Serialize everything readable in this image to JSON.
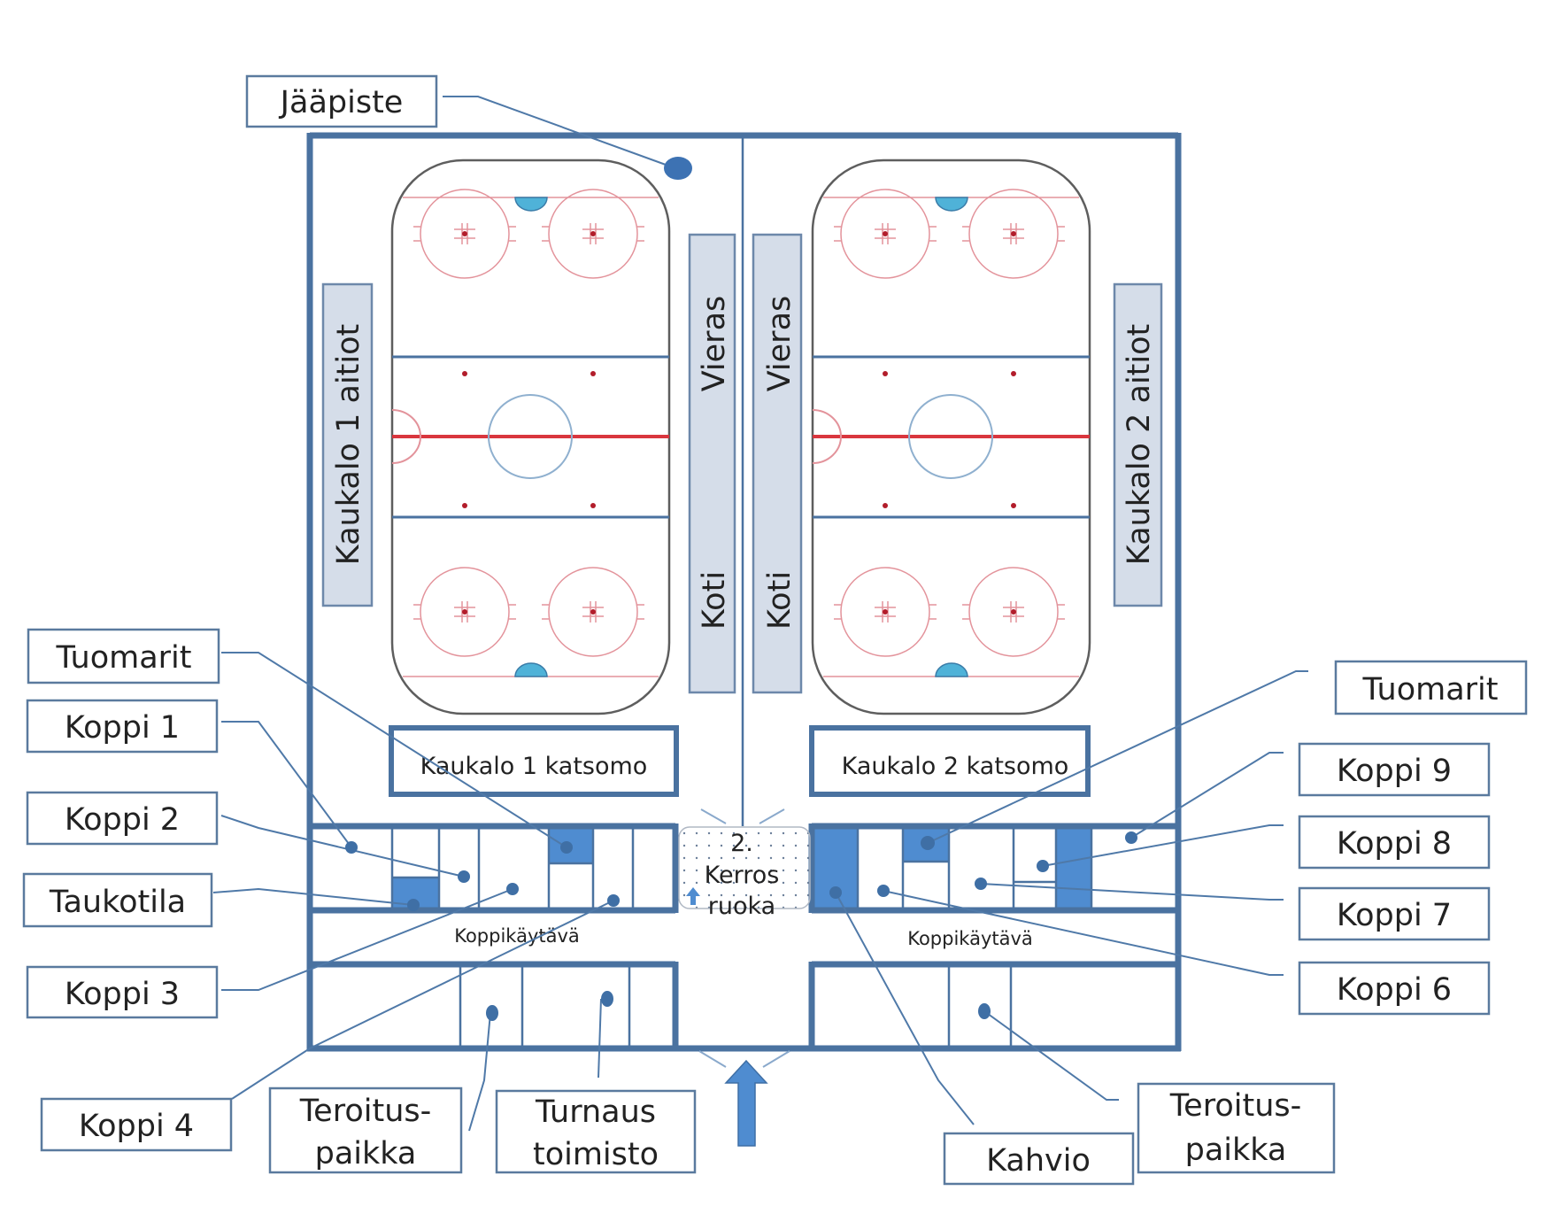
{
  "title": "Jäähalli pohjapiirros",
  "colors": {
    "wall": "#4a72a0",
    "room_fill": "#4f8cd0",
    "bench_fill": "#d5dde9",
    "rink_line_red": "#d9363e",
    "rink_line_blue": "#4a72a0",
    "crease": "#4fb2d8"
  },
  "rinks": [
    {
      "name": "Kaukalo 1",
      "boxes_label": "Kaukalo 1 aitiot",
      "stand_label": "Kaukalo 1 katsomo",
      "away_bench": "Vieras",
      "home_bench": "Koti",
      "corridor_label": "Koppikäytävä"
    },
    {
      "name": "Kaukalo 2",
      "boxes_label": "Kaukalo 2 aitiot",
      "stand_label": "Kaukalo 2 katsomo",
      "away_bench": "Vieras",
      "home_bench": "Koti",
      "corridor_label": "Koppikäytävä"
    }
  ],
  "center": {
    "stairs_label_line1": "2.",
    "stairs_label_line2": "Kerros",
    "stairs_label_line3": "ruoka",
    "entrance_icon": "arrow-up-icon"
  },
  "callouts": {
    "jaapiste": "Jääpiste",
    "tuomarit_left": "Tuomarit",
    "koppi1": "Koppi 1",
    "koppi2": "Koppi 2",
    "taukotila": "Taukotila",
    "koppi3": "Koppi 3",
    "koppi4": "Koppi 4",
    "teroitus_left_line1": "Teroitus-",
    "teroitus_left_line2": "paikka",
    "turnaus_line1": "Turnaus",
    "turnaus_line2": "toimisto",
    "kahvio": "Kahvio",
    "teroitus_right_line1": "Teroitus-",
    "teroitus_right_line2": "paikka",
    "tuomarit_right": "Tuomarit",
    "koppi9": "Koppi 9",
    "koppi8": "Koppi 8",
    "koppi7": "Koppi 7",
    "koppi6": "Koppi 6"
  }
}
